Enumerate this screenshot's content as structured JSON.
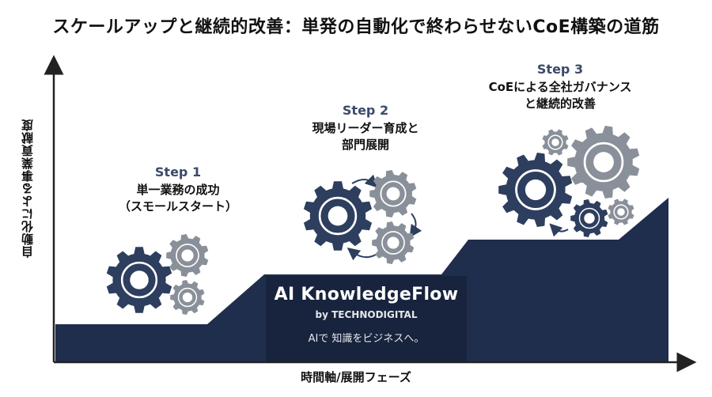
{
  "title": "スケールアップと継続的改善：単発の自動化で終わらせないCoE構築の道筋",
  "axes": {
    "y_label": "自動化による事業貢献度",
    "x_label": "時間軸/展開フェーズ"
  },
  "steps": [
    {
      "label": "Step 1",
      "description": "単一業務の成功\n（スモールスタート）"
    },
    {
      "label": "Step 2",
      "description": "現場リーダー育成と\n部門展開"
    },
    {
      "label": "Step 3",
      "description": "CoEによる全社ガバナンス\nと継続的改善"
    }
  ],
  "brand": {
    "name": "AI KnowledgeFlow",
    "by": "by TECHNODIGITAL",
    "tagline": "AIで 知識をビジネスへ。"
  },
  "colors": {
    "navy": "#1f2e4d",
    "panel": "#18233d",
    "gear_dark": "#2d3e5e",
    "gear_gray": "#8a9099",
    "step_label": "#3b4a6b"
  }
}
